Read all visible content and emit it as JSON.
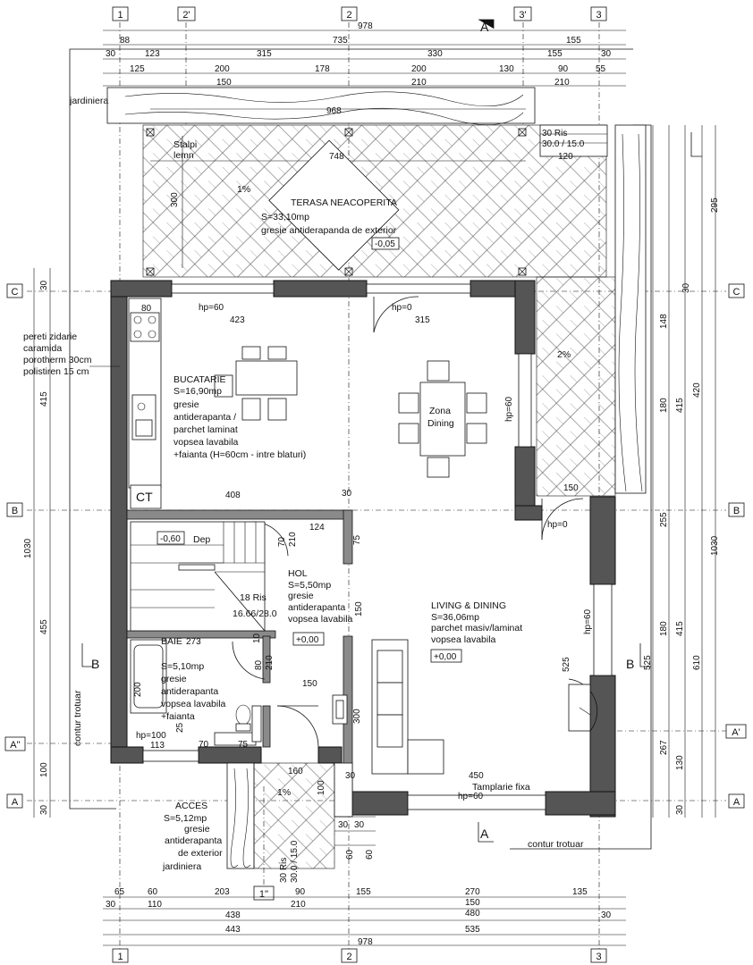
{
  "axes": {
    "top": [
      "1",
      "2'",
      "2",
      "3'",
      "3"
    ],
    "bottom": [
      "1",
      "1''",
      "2",
      "3"
    ],
    "left": [
      "C",
      "B",
      "A''",
      "A"
    ],
    "right": [
      "C",
      "B",
      "A'",
      "A"
    ]
  },
  "top_dims": {
    "total": "978",
    "row1": [
      "88",
      "735",
      "155"
    ],
    "row2": [
      "30",
      "123",
      "315",
      "330",
      "155",
      "30"
    ],
    "row3": [
      "125",
      "200",
      "178",
      "200",
      "130",
      "90",
      "55"
    ],
    "row4": [
      "150",
      "210",
      "210"
    ]
  },
  "bottom_dims": {
    "total": "978",
    "row1": [
      "65",
      "60",
      "203",
      "90",
      "155",
      "270",
      "135"
    ],
    "row2": [
      "30",
      "110",
      "210",
      "150"
    ],
    "row3": [
      "438",
      "480",
      "30"
    ],
    "row4": [
      "443",
      "535"
    ]
  },
  "left_dims": [
    "30",
    "415",
    "1030",
    "455",
    "100",
    "30"
  ],
  "right_dims": [
    "295",
    "30",
    "148",
    "180",
    "415",
    "420",
    "255",
    "1030",
    "180",
    "415",
    "610",
    "525",
    "267",
    "130",
    "30"
  ],
  "rooms": {
    "terasa": {
      "name": "TERASA NEACOPERITA",
      "area": "S=33,10mp",
      "finish": "gresie antiderapanda de exterior",
      "level": "-0,05"
    },
    "bucatarie": {
      "name": "BUCATARIE",
      "area": "S=16,90mp",
      "finish1": "gresie",
      "finish2": "antiderapanta /",
      "finish3": "parchet laminat",
      "finish4": "vopsea lavabila",
      "finish5": "+faianta (H=60cm - intre blaturi)"
    },
    "hol": {
      "name": "HOL",
      "area": "S=5,50mp",
      "finish1": "gresie",
      "finish2": "antiderapanta",
      "finish3": "vopsea lavabila",
      "level": "+0,00"
    },
    "baie": {
      "name": "BAIE",
      "area": "S=5,10mp",
      "finish1": "gresie",
      "finish2": "antiderapanta",
      "finish3": "vopsea lavabila",
      "finish4": "+faianta"
    },
    "living": {
      "name": "LIVING & DINING",
      "area": "S=36,06mp",
      "finish1": "parchet masiv/laminat",
      "finish2": "vopsea lavabila",
      "level": "+0,00"
    },
    "acces": {
      "name": "ACCES",
      "area": "S=5,12mp",
      "finish1": "gresie",
      "finish2": "antiderapanta",
      "finish3": "de exterior",
      "finish4": "jardiniera"
    }
  },
  "labels": {
    "jardiniera": "jardiniera",
    "stalpi1": "Stalpi",
    "stalpi2": "lemn",
    "dim968": "968",
    "dim748": "748",
    "dim300": "300",
    "slope1": "1%",
    "slope2": "2%",
    "slope3": "1%",
    "ris_top1": "30 Ris",
    "ris_top2": "30.0 / 15.0",
    "dim120": "120",
    "pereti1": "pereti zidarie",
    "pereti2": "caramida",
    "pereti3": "porotherm 30cm",
    "pereti4": "polistiren 15 cm",
    "hp60a": "hp=60",
    "hp0a": "hp=0",
    "dim80": "80",
    "dim423": "423",
    "dim315": "315",
    "dining1": "Zona",
    "dining2": "Dining",
    "hp60b": "hp=60",
    "ct": "CT",
    "dim408": "408",
    "dim30a": "30",
    "dim150a": "150",
    "hp0b": "hp=0",
    "dep_level": "-0,60",
    "dep": "Dep",
    "dim124": "124",
    "dim75a": "75",
    "dim70a": "70",
    "dim210a": "210",
    "ris18a": "18 Ris",
    "ris18b": "16.66/28.0",
    "dim150b": "150",
    "dim273": "273",
    "dim10": "10",
    "dim80b": "80",
    "dim210b": "210",
    "dim150c": "150",
    "dim200": "200",
    "dim300b": "300",
    "hp100": "hp=100",
    "dim113": "113",
    "dim70b": "70",
    "dim75b": "75",
    "dim25": "25",
    "hp60c": "hp=60",
    "dim525": "525",
    "section_b_left": "B",
    "section_b_right": "B",
    "section_a_top": "A",
    "section_a_bottom": "A",
    "contur_trotuar1": "contur trotuar",
    "contur_trotuar2": "contur trotuar",
    "dim160": "160",
    "dim100": "100",
    "dim30b": "30",
    "dim450": "450",
    "tamplarie": "Tamplarie fixa",
    "hp60d": "hp=60",
    "dim30c": "30",
    "dim30d": "30",
    "dim60a": "60",
    "dim60b": "60",
    "ris30a": "30 Ris",
    "ris30b": "30.0 / 15.0"
  }
}
